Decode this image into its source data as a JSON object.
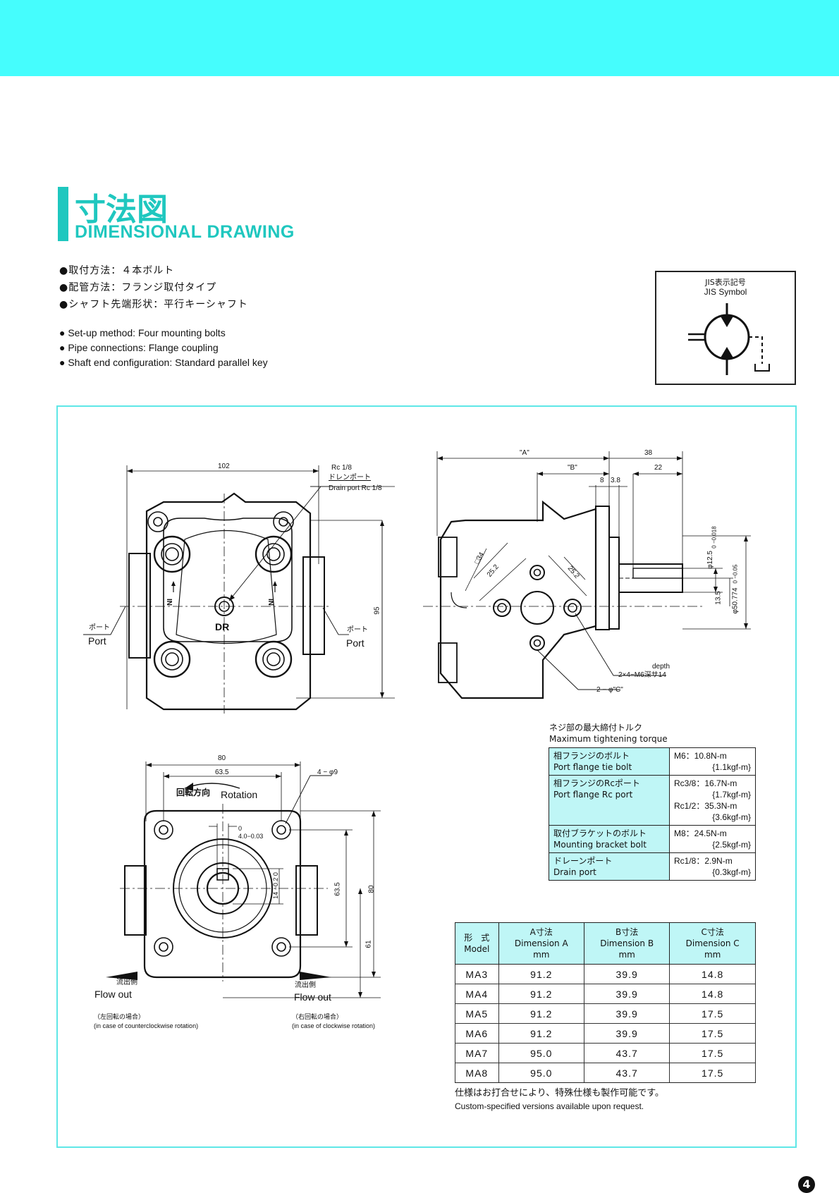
{
  "header": {
    "title_jp": "寸法図",
    "title_en": "DIMENSIONAL DRAWING"
  },
  "specs_jp": [
    "●取付方法：４本ボルト",
    "●配管方法：フランジ取付タイプ",
    "●シャフト先端形状：平行キーシャフト"
  ],
  "specs_en": [
    "● Set-up method: Four mounting bolts",
    "● Pipe connections: Flange coupling",
    "● Shaft end configuration: Standard parallel key"
  ],
  "jis": {
    "label_jp": "JIS表示記号",
    "label_en": "JIS Symbol"
  },
  "drawing": {
    "dim_102": "102",
    "rc18": "Rc 1/8",
    "drain_jp": "ドレンポート",
    "drain_en": "Drain port Rc 1/8",
    "port_jp": "ポート",
    "port_en": "Port",
    "dr": "DR",
    "dim_95": "95",
    "in_label": "IN",
    "dim_A": "\"A\"",
    "dim_B": "\"B\"",
    "dim_38": "38",
    "dim_22": "22",
    "dim_8": "8",
    "dim_38b": "3.8",
    "dim_sq34": "□34",
    "dim_252a": "25.2",
    "dim_252b": "25.2",
    "shaft_d": "φ12.5",
    "shaft_tol": "0 −0.018",
    "pilot_d": "φ50.774",
    "pilot_tol": "0 −0.05",
    "dim_135": "13.5",
    "depth_en": "depth",
    "tap": "2×4−M6深サ14",
    "dowel": "2 − φ\"C\"",
    "dim_80": "80",
    "dim_635": "63.5",
    "holes": "4 − φ9",
    "rotation_jp": "回転方向",
    "rotation_en": "Rotation",
    "key_w": "0 4.0−0.03",
    "key_h": "14 −0.2 0",
    "dim_635v": "63.5",
    "dim_80v": "80",
    "dim_61": "61",
    "flow_out_jp": "流出側",
    "flow_out_en": "Flow out",
    "ccw_jp": "（左回転の場合）",
    "ccw_en": "(in case of counterclockwise rotation)",
    "cw_jp": "（右回転の場合）",
    "cw_en": "(in case of clockwise rotation)"
  },
  "torque": {
    "title_jp": "ネジ部の最大締付トルク",
    "title_en": "Maximum tightening torque",
    "rows": [
      {
        "k_jp": "相フランジのボルト",
        "k_en": "Port flange tie bolt",
        "v": [
          "M6：10.8N-m",
          "{1.1kgf-m}"
        ]
      },
      {
        "k_jp": "相フランジのRcポート",
        "k_en": "Port flange Rc port",
        "v": [
          "Rc3/8：16.7N-m",
          "{1.7kgf-m}",
          "Rc1/2：35.3N-m",
          "{3.6kgf-m}"
        ]
      },
      {
        "k_jp": "取付ブラケットのボルト",
        "k_en": "Mounting bracket bolt",
        "v": [
          "M8：24.5N-m",
          "{2.5kgf-m}"
        ]
      },
      {
        "k_jp": "ドレーンポート",
        "k_en": "Drain port",
        "v": [
          "Rc1/8：2.9N-m",
          "{0.3kgf-m}"
        ]
      }
    ]
  },
  "dimensions": {
    "headers": [
      {
        "jp": "形　式",
        "en": "Model",
        "unit": ""
      },
      {
        "jp": "A寸法",
        "en": "Dimension A",
        "unit": "mm"
      },
      {
        "jp": "B寸法",
        "en": "Dimension B",
        "unit": "mm"
      },
      {
        "jp": "C寸法",
        "en": "Dimension C",
        "unit": "mm"
      }
    ],
    "rows": [
      [
        "MA3",
        "91.2",
        "39.9",
        "14.8"
      ],
      [
        "MA4",
        "91.2",
        "39.9",
        "14.8"
      ],
      [
        "MA5",
        "91.2",
        "39.9",
        "17.5"
      ],
      [
        "MA6",
        "91.2",
        "39.9",
        "17.5"
      ],
      [
        "MA7",
        "95.0",
        "43.7",
        "17.5"
      ],
      [
        "MA8",
        "95.0",
        "43.7",
        "17.5"
      ]
    ]
  },
  "note": {
    "jp": "仕様はお打合せにより、特殊仕様も製作可能です。",
    "en": "Custom-specified versions available upon request."
  },
  "page_number": "4",
  "colors": {
    "header_bar": "#45fdfd",
    "accent": "#1fc7bf",
    "table_fill": "#bff6f6",
    "frame": "#5fe7e7"
  }
}
